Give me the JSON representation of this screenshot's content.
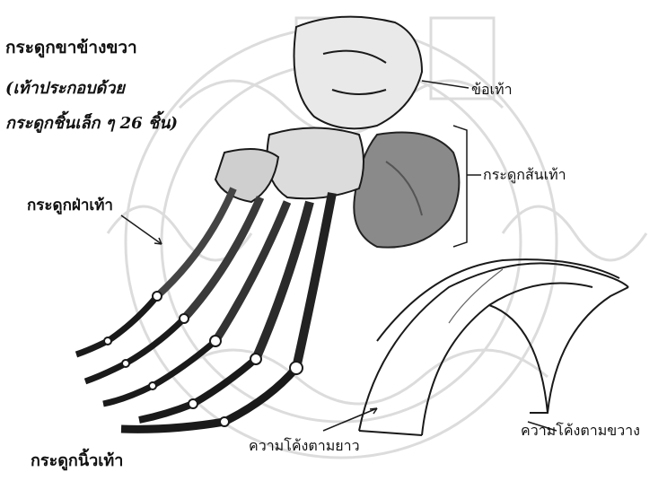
{
  "title": "กระดูกขาข้างขวา",
  "subtitle_line1": "(เท้าประกอบด้วย",
  "subtitle_line2": "กระดูกชิ้นเล็ก ๆ 26  ชิ้น)",
  "labels": {
    "ankle": "ข้อเท้า",
    "heel_bone": "กระดูกส้นเท้า",
    "metatarsal": "กระดูกฝ่าเท้า",
    "toe_bones": "กระดูกนิ้วเท้า",
    "longitudinal_arch": "ความโค้งตามยาว",
    "transverse_arch": "ความโค้งตามขวาง"
  }
}
